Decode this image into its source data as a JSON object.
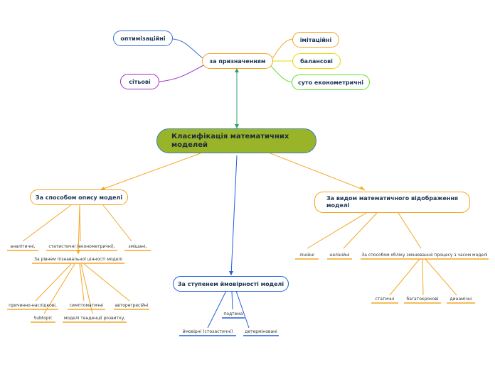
{
  "central": {
    "title": "Класифікація математичних моделей"
  },
  "purpose": {
    "label": "за призначенням",
    "items": {
      "optimization": "оптимізаційні",
      "network": "сітьові",
      "imitation": "імітаційні",
      "balance": "балансові",
      "econometric": "суто економетричні"
    }
  },
  "description": {
    "label": "За способом опису моделі",
    "leaves": {
      "analytical": "аналітичні,",
      "statistical": "статистичні (економетричні),",
      "mixed": "змішані,",
      "cognitive": "За рівнем пізнавальної цінності моделі",
      "causal": "причинно-наслідкові,",
      "symptomatic": "симптоматичні",
      "autoregressive": "авторегресійні",
      "subtopic": "Subtopic",
      "trend": "моделі тенденції розвитку,"
    }
  },
  "probability": {
    "label": "За ступенем ймовірності моделі",
    "leaves": {
      "subtopic": "подтема",
      "stochastic": "ймовірні (стохастичні)",
      "deterministic": "детерміновані"
    }
  },
  "mapping": {
    "label": "За видом математичного відображення моделі",
    "leaves": {
      "linear": "лінійні",
      "nonlinear": "нелінійні",
      "time": "За способом обліку змінювання процесу з часом моделі",
      "static": "статичні",
      "multistep": "багатокрокові",
      "dynamic": "динамічні"
    }
  }
}
